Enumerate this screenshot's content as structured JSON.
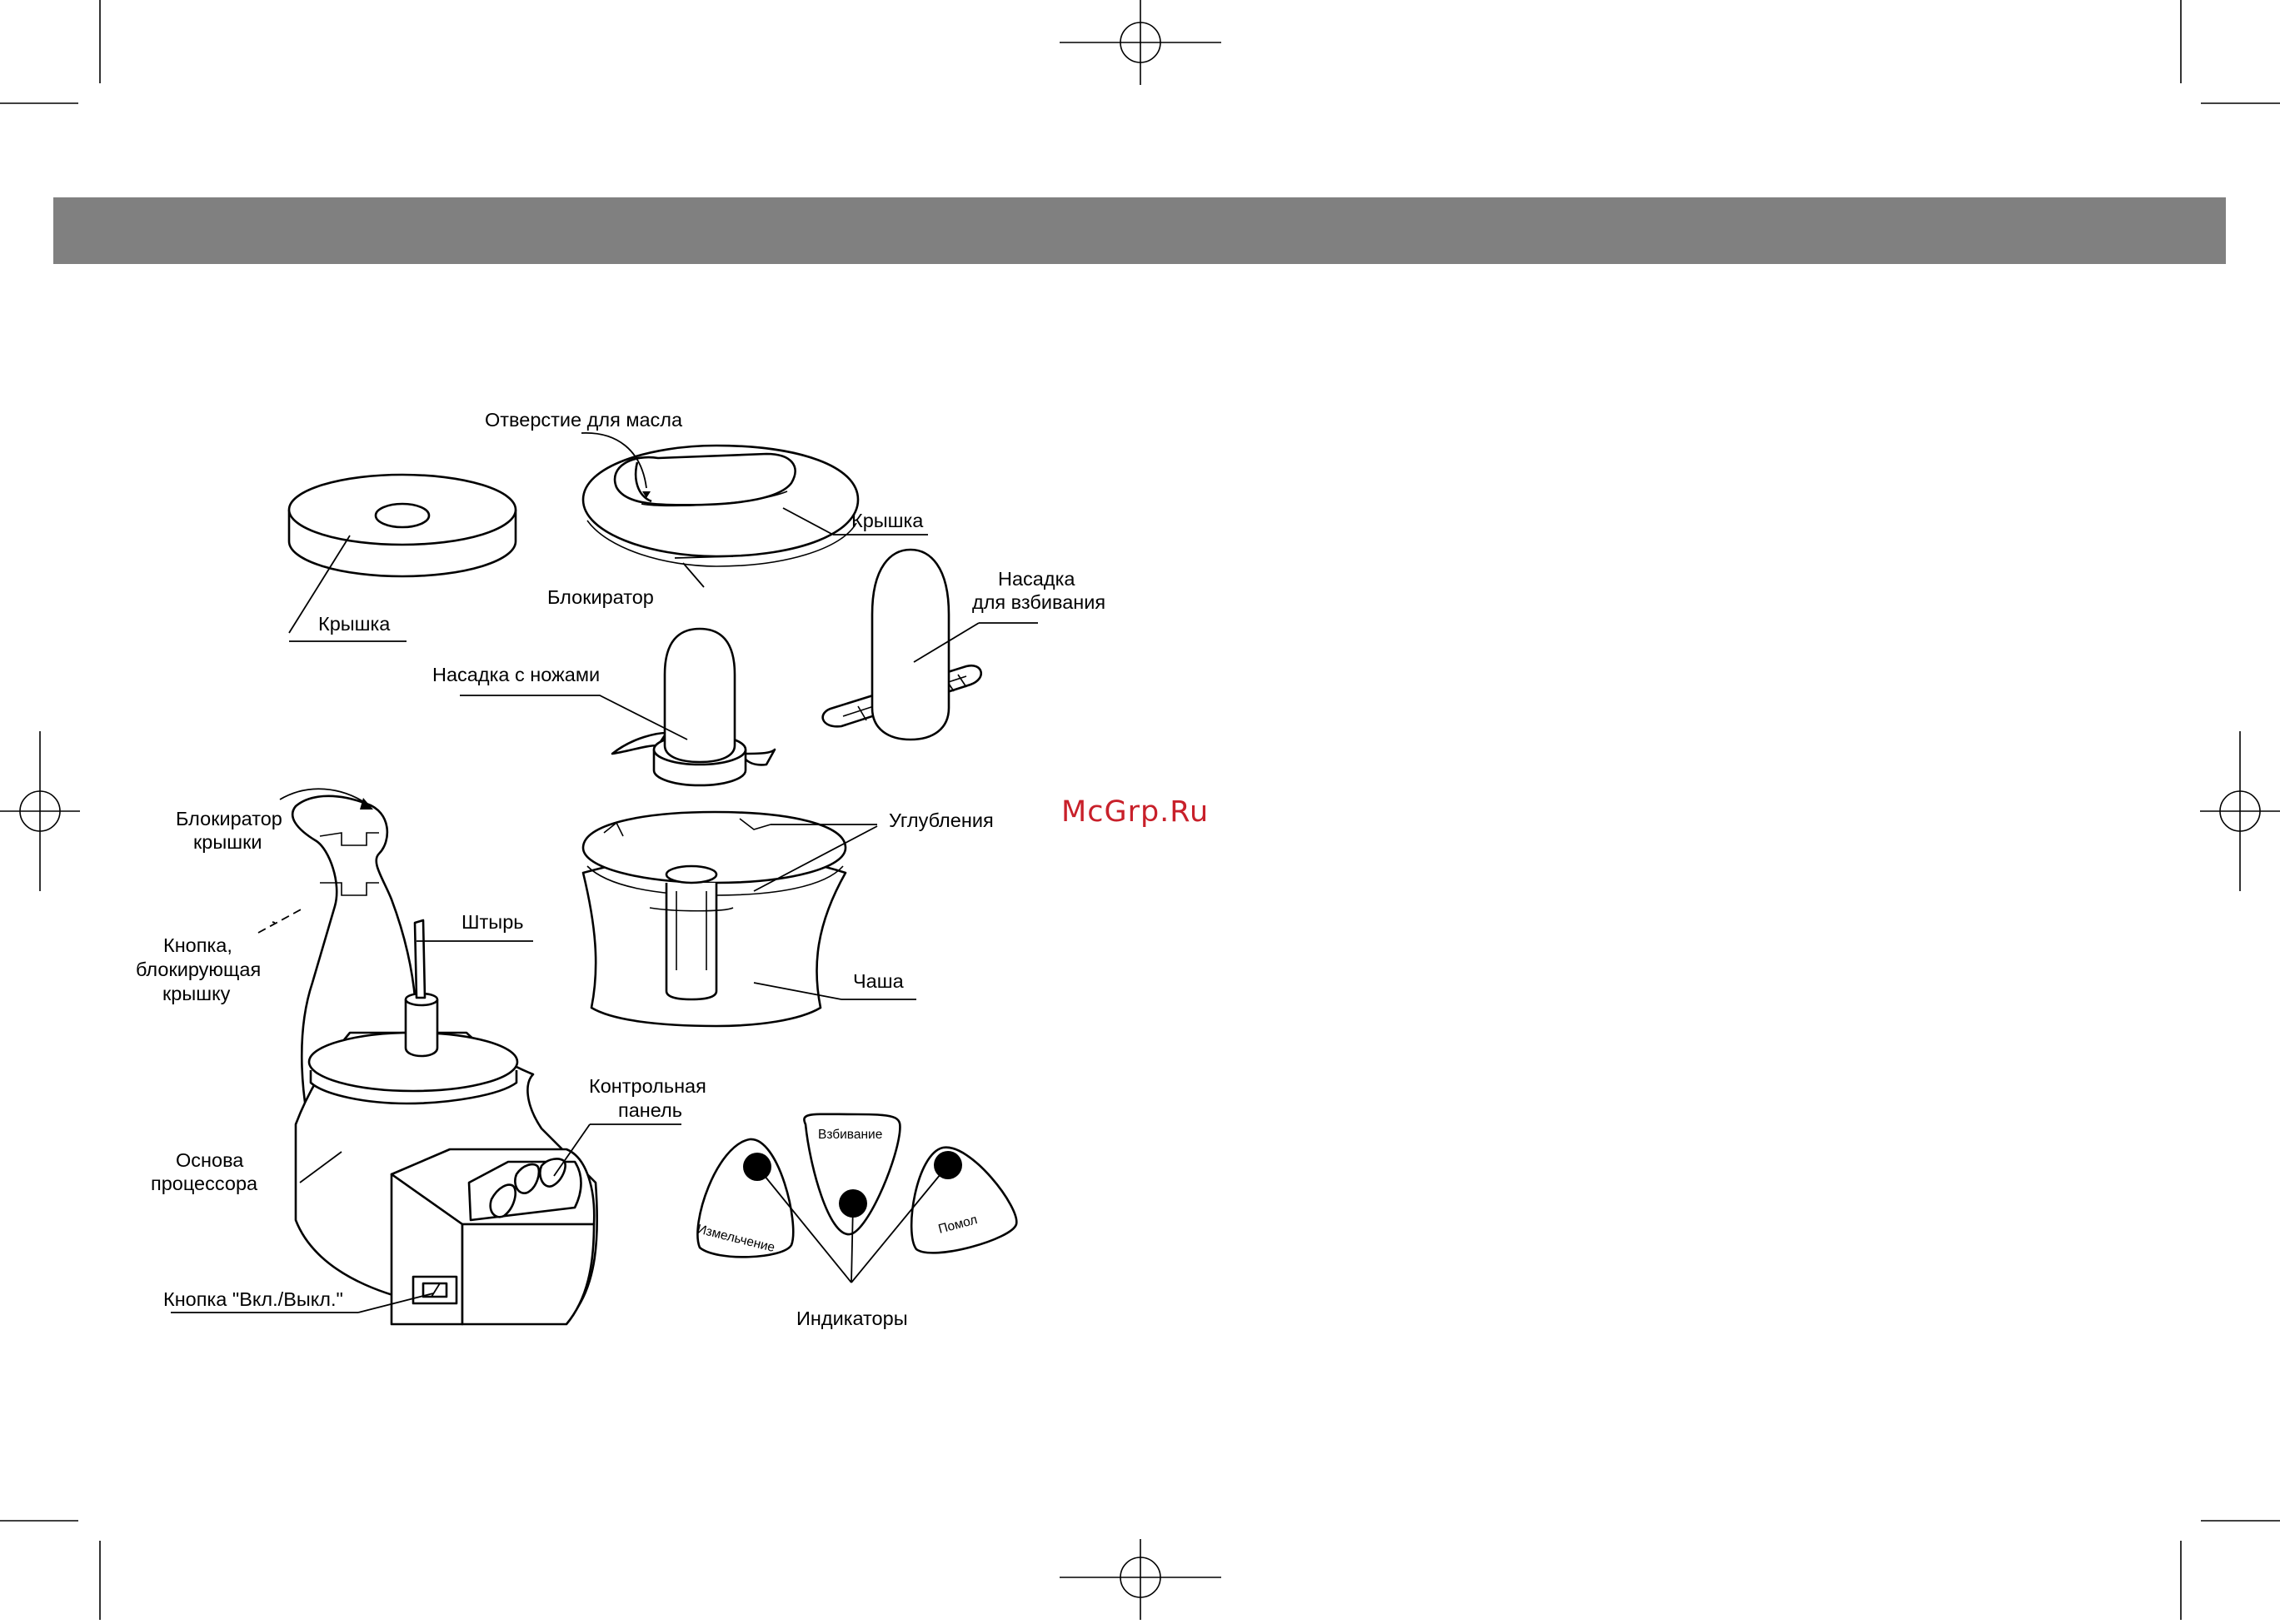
{
  "header": {
    "band_color": "#808080"
  },
  "watermark": {
    "text": "McGrp.Ru",
    "color": "#c8202a"
  },
  "labels": {
    "lid_left": "Крышка",
    "oil_hole": "Отверстие для масла",
    "lid_right": "Крышка",
    "blocker": "Блокиратор",
    "whisk_line1": "Насадка",
    "whisk_line2": "для взбивания",
    "blade": "Насадка с ножами",
    "lid_lock_line1": "Блокиратор",
    "lid_lock_line2": "крышки",
    "grooves": "Углубления",
    "pin": "Штырь",
    "lock_btn_line1": "Кнопка,",
    "lock_btn_line2": "блокирующая",
    "lock_btn_line3": "крышку",
    "bowl": "Чаша",
    "panel_line1": "Контрольная",
    "panel_line2": "панель",
    "base_line1": "Основа",
    "base_line2": "процессора",
    "power_btn": "Кнопка \"Вкл./Выкл.\"",
    "indicators": "Индикаторы"
  },
  "control_panel": {
    "mode_chop": "Измельчение",
    "mode_whip": "Взбивание",
    "mode_grind": "Помол"
  }
}
